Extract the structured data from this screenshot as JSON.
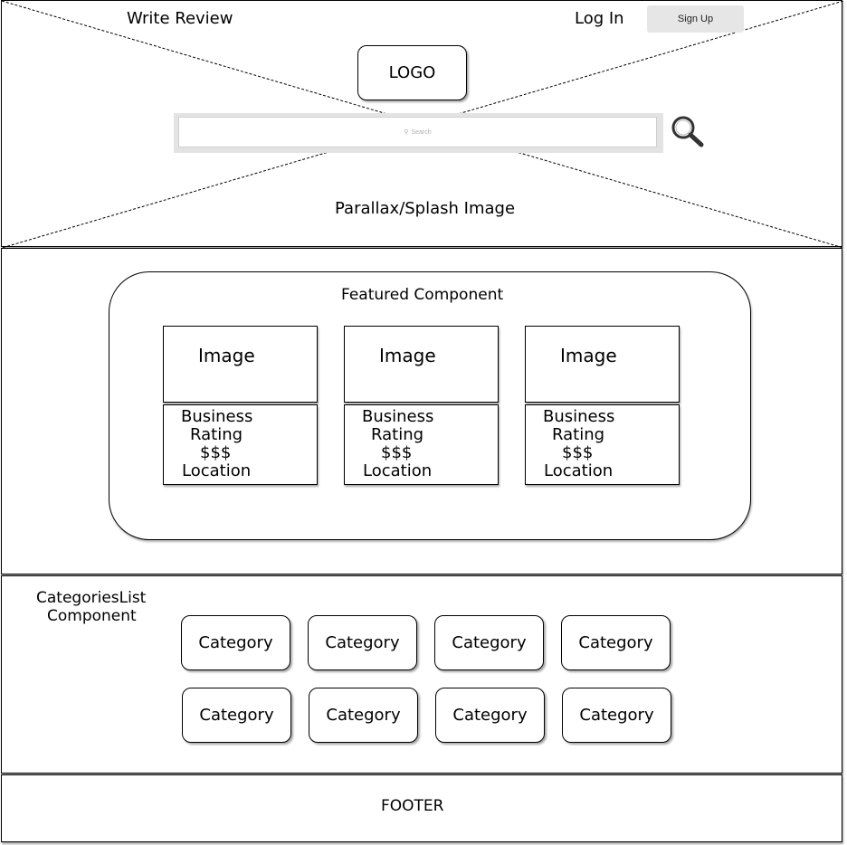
{
  "header": {
    "write_review": "Write Review",
    "login": "Log In",
    "signup": "Sign Up",
    "logo": "LOGO",
    "search_placeholder": "Search",
    "splash_label": "Parallax/Splash Image"
  },
  "featured": {
    "title": "Featured Component",
    "cards": [
      {
        "image": "Image",
        "business": "Business",
        "rating": "Rating",
        "price": "$$$",
        "location": "Location"
      },
      {
        "image": "Image",
        "business": "Business",
        "rating": "Rating",
        "price": "$$$",
        "location": "Location"
      },
      {
        "image": "Image",
        "business": "Business",
        "rating": "Rating",
        "price": "$$$",
        "location": "Location"
      }
    ]
  },
  "categories": {
    "title_line1": "CategoriesList",
    "title_line2": "Component",
    "items": [
      "Category",
      "Category",
      "Category",
      "Category",
      "Category",
      "Category",
      "Category",
      "Category"
    ]
  },
  "footer": {
    "label": "FOOTER"
  },
  "icons": {
    "search": "magnifier-icon"
  }
}
